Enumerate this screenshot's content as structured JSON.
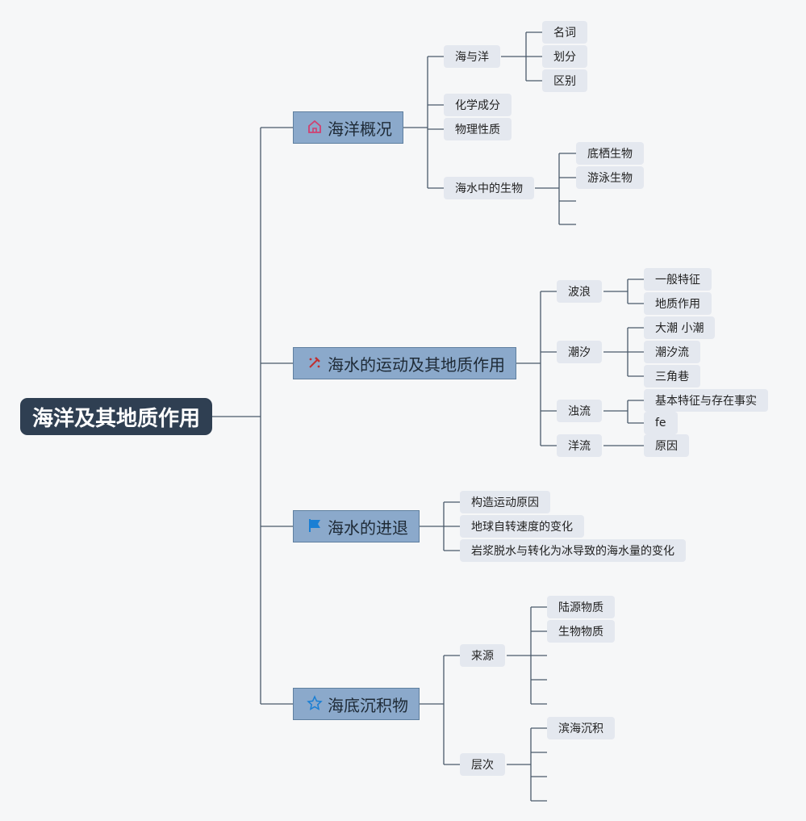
{
  "root": "海洋及其地质作用",
  "topics": {
    "t1": {
      "label": "海洋概况",
      "icon": "house-icon"
    },
    "t2": {
      "label": "海水的运动及其地质作用",
      "icon": "hammer-pick-icon"
    },
    "t3": {
      "label": "海水的进退",
      "icon": "flag-icon"
    },
    "t4": {
      "label": "海底沉积物",
      "icon": "star-icon"
    }
  },
  "t1": {
    "a": "海与洋",
    "a1": "名词",
    "a2": "划分",
    "a3": "区别",
    "b": "化学成分",
    "c": "物理性质",
    "d": "海水中的生物",
    "d1": "底栖生物",
    "d2": "游泳生物"
  },
  "t2": {
    "a": "波浪",
    "a1": "一般特征",
    "a2": "地质作用",
    "b": "潮汐",
    "b1": "大潮 小潮",
    "b2": "潮汐流",
    "b3": "三角巷",
    "c": "浊流",
    "c1": "基本特征与存在事实",
    "c2": "fe",
    "d": "洋流",
    "d1": "原因"
  },
  "t3": {
    "a": "构造运动原因",
    "b": "地球自转速度的变化",
    "c": "岩浆脱水与转化为冰导致的海水量的变化"
  },
  "t4": {
    "a": "来源",
    "a1": "陆源物质",
    "a2": "生物物质",
    "b": "层次",
    "b1": "滨海沉积"
  },
  "colors": {
    "root_bg": "#2f3f52",
    "topic_bg": "#8ba9cb",
    "leaf_bg": "#e4e8ef",
    "line": "#4a5a6a"
  }
}
